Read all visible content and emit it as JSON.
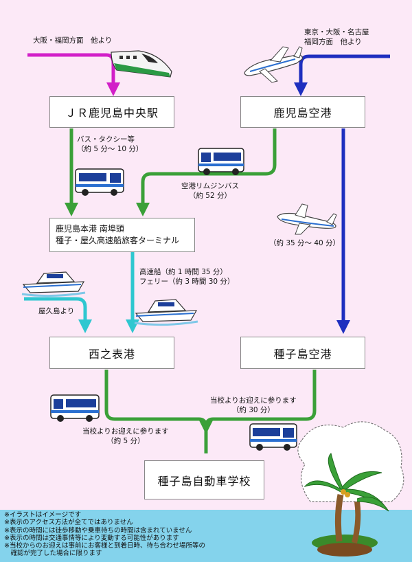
{
  "stations": {
    "jr_kagoshima": "ＪＲ鹿児島中央駅",
    "kagoshima_airport": "鹿児島空港",
    "port_line1": "鹿児島本港 南埠頭",
    "port_line2": "種子・屋久高速船旅客ターミナル",
    "nishinoomote_port": "西之表港",
    "tanegashima_airport": "種子島空港",
    "school": "種子島自動車学校"
  },
  "labels": {
    "osaka_fukuoka": "大阪・福岡方面　他より",
    "tokyo_line1": "東京・大阪・名古屋",
    "tokyo_line2": "福岡方面　他より",
    "bus_taxi_line1": "バス・タクシー等",
    "bus_taxi_line2": "（約 5 分～ 10 分）",
    "limousine_line1": "空港リムジンバス",
    "limousine_line2": "（約 52 分）",
    "flight_time": "（約 35 分～ 40 分）",
    "ship_line1": "高速船（約 1 時間 35 分）",
    "ship_line2": "フェリー（約 3 時間 30 分）",
    "from_yakushima": "屋久島より",
    "pickup_port_line1": "当校よりお迎えに参ります",
    "pickup_port_line2": "（約 5 分）",
    "pickup_airport_line1": "当校よりお迎えに参ります",
    "pickup_airport_line2": "（約 30 分）"
  },
  "notes": [
    "※イラストはイメージです",
    "※表示のアクセス方法が全てではありません",
    "※表示の時間には徒歩移動や乗車待ちの時間は含まれていません",
    "※表示の時間は交通事情等により変動する可能性があります",
    "※当校からのお迎えは事前にお客様と到着日時、待ち合わせ場所等の",
    "　確認が完了した場合に限ります"
  ],
  "colors": {
    "background": "#fce9f7",
    "bottom_band": "#84d3ec",
    "shinkansen_route": "#d21fc8",
    "air_route": "#1e2fbf",
    "road_route": "#3aa038",
    "sea_route": "#2ec7d0"
  },
  "icons": [
    "shinkansen-icon",
    "airplane-icon",
    "bus-icon",
    "ship-icon",
    "palm-tree-icon"
  ]
}
